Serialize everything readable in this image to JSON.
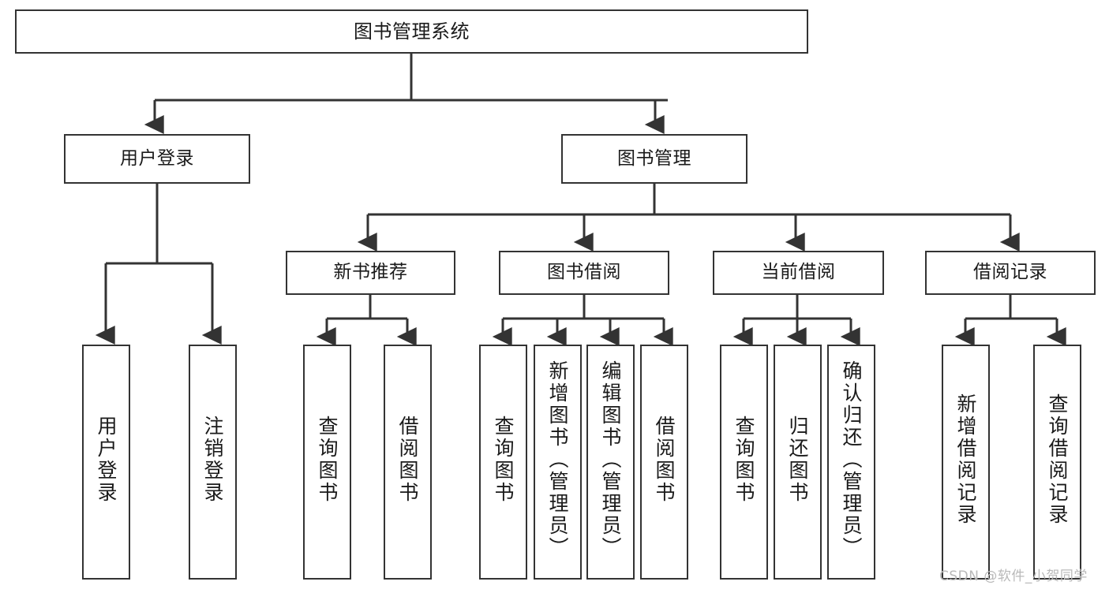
{
  "diagram": {
    "title": "图书管理系统",
    "watermark": "CSDN @软件_小贺同学",
    "line_color": "#333333",
    "box_border_color": "#333333",
    "background_color": "#ffffff",
    "text_color": "#1a1a1a"
  },
  "nodes": {
    "root": {
      "label": "图书管理系统"
    },
    "level2": [
      {
        "label": "用户登录"
      },
      {
        "label": "图书管理"
      }
    ],
    "level3": [
      {
        "label": "新书推荐"
      },
      {
        "label": "图书借阅"
      },
      {
        "label": "当前借阅"
      },
      {
        "label": "借阅记录"
      }
    ],
    "leaves": {
      "user_login": [
        {
          "label": "用户登录"
        },
        {
          "label": "注销登录"
        }
      ],
      "new_book": [
        {
          "label": "查询图书"
        },
        {
          "label": "借阅图书"
        }
      ],
      "book_borrow": [
        {
          "label": "查询图书"
        },
        {
          "label": "新增图书（管理员）"
        },
        {
          "label": "编辑图书（管理员）"
        },
        {
          "label": "借阅图书"
        }
      ],
      "current_borrow": [
        {
          "label": "查询图书"
        },
        {
          "label": "归还图书"
        },
        {
          "label": "确认归还（管理员）"
        }
      ],
      "borrow_record": [
        {
          "label": "新增借阅记录"
        },
        {
          "label": "查询借阅记录"
        }
      ]
    }
  },
  "hierarchy": {
    "图书管理系统": [
      "用户登录",
      "图书管理"
    ],
    "用户登录": [
      "用户登录",
      "注销登录"
    ],
    "图书管理": [
      "新书推荐",
      "图书借阅",
      "当前借阅",
      "借阅记录"
    ],
    "新书推荐": [
      "查询图书",
      "借阅图书"
    ],
    "图书借阅": [
      "查询图书",
      "新增图书（管理员）",
      "编辑图书（管理员）",
      "借阅图书"
    ],
    "当前借阅": [
      "查询图书",
      "归还图书",
      "确认归还（管理员）"
    ],
    "借阅记录": [
      "新增借阅记录",
      "查询借阅记录"
    ]
  }
}
